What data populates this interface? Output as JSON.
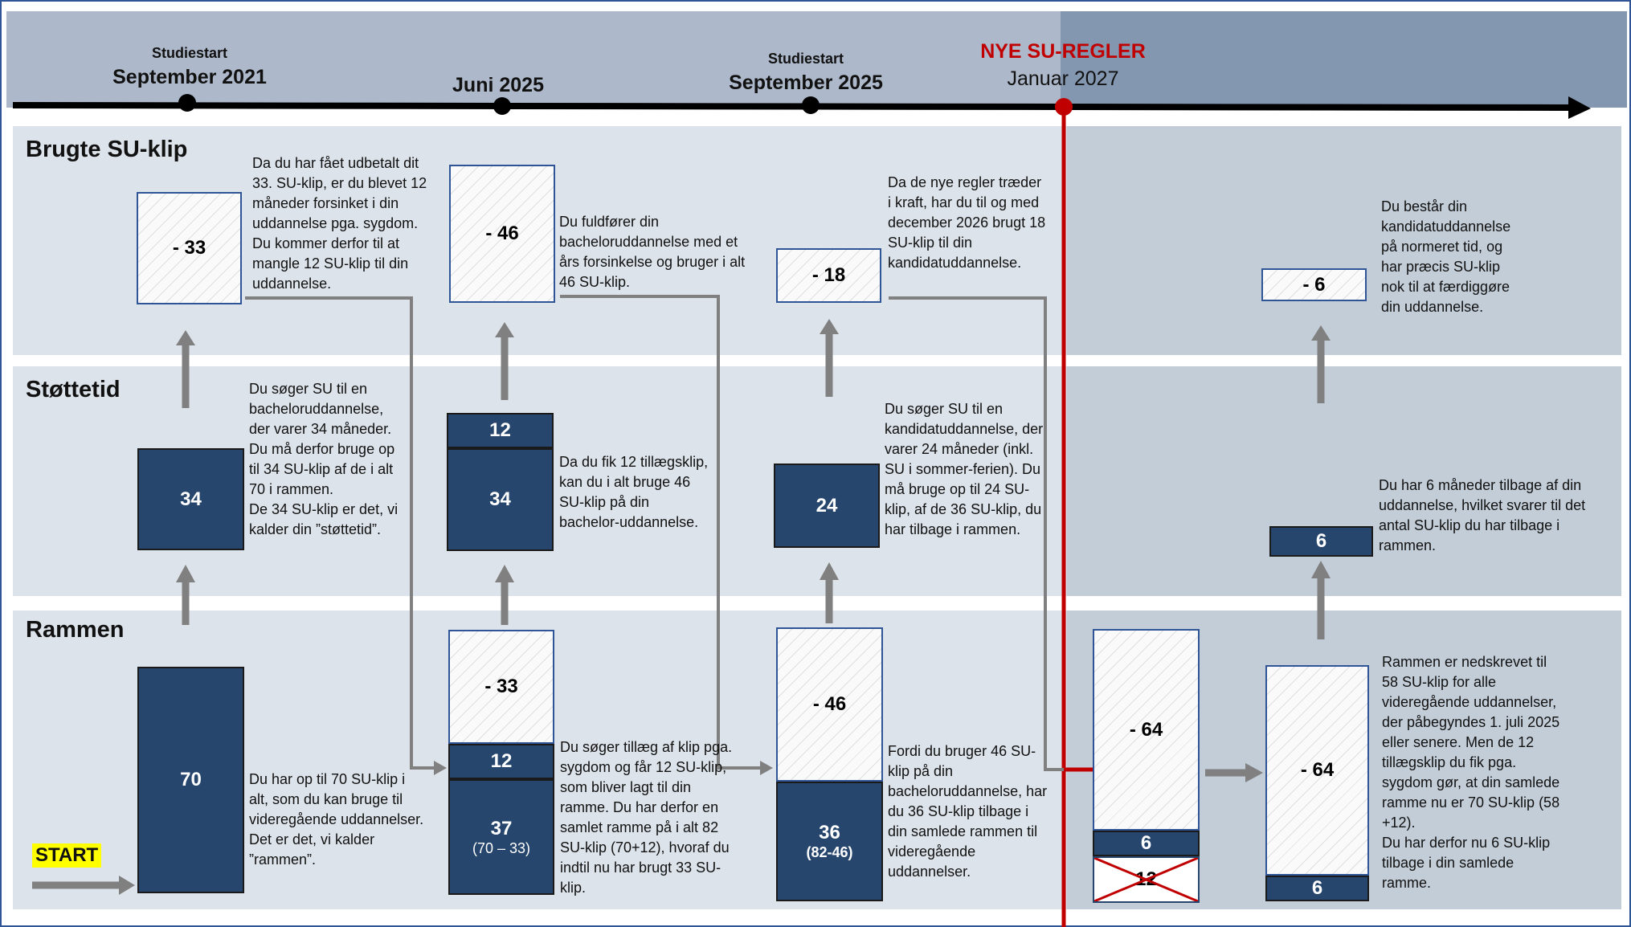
{
  "timeline": {
    "sep2021_small": "Studiestart",
    "sep2021_big": "September 2021",
    "jun2025_big": "Juni 2025",
    "sep2025_small": "Studiestart",
    "sep2025_big": "September 2025",
    "new_rules_title": "NYE SU-REGLER",
    "new_rules_date": "Januar 2027"
  },
  "rows": {
    "brugte": "Brugte SU-klip",
    "stotte": "Støttetid",
    "rammen": "Rammen"
  },
  "start_label": "START",
  "col1": {
    "used_box": "- 33",
    "used_text": "Da du har fået udbetalt dit 33. SU-klip, er du blevet 12 måneder forsinket i din uddannelse pga. sygdom. Du kommer derfor til at mangle 12 SU-klip til din uddannelse.",
    "support_box": "34",
    "support_text": "Du søger SU til en bacheloruddannelse, der varer 34 måneder. Du må derfor bruge op til 34 SU-klip af de i alt 70 i rammen.\nDe 34 SU-klip er det, vi kalder din ”støttetid”.",
    "frame_box": "70",
    "frame_text": "Du har op til 70 SU-klip i alt, som du kan bruge til videregående uddannelser.\nDet er det, vi kalder ”rammen”."
  },
  "col2": {
    "used_box": "- 46",
    "used_text": "Du fuldfører din bacheloruddannelse med et års forsinkelse og bruger i alt 46 SU-klip.",
    "support_top": "12",
    "support_bottom": "34",
    "support_text": "Da du fik 12 tillægsklip, kan du i alt bruge 46 SU-klip på din bachelor-uddannelse.",
    "frame_used": "- 33",
    "frame_extra": "12",
    "frame_rest": "37",
    "frame_rest_sub": "(70 – 33)",
    "frame_text": "Du søger tillæg af klip pga. sygdom og får 12 SU-klip, som bliver lagt til din ramme. Du har derfor en samlet ramme på i alt 82 SU-klip (70+12), hvoraf du indtil nu har brugt 33 SU-klip."
  },
  "col3": {
    "used_box": "- 18",
    "used_text": "Da de nye regler træder i kraft, har du til og med december 2026 brugt 18 SU-klip til din kandidatuddannelse.",
    "support_box": "24",
    "support_text": "Du søger SU til en kandidatuddannelse, der varer 24 måneder (inkl. SU i sommer-ferien). Du må bruge op til 24 SU-klip, af de 36 SU-klip, du har tilbage i rammen.",
    "frame_used": "- 46",
    "frame_rest": "36",
    "frame_rest_sub": "(82-46)",
    "frame_text": "Fordi du bruger 46 SU-klip på din bacheloruddannelse, har du 36 SU-klip tilbage i din samlede rammen til videregående uddannelser."
  },
  "col4": {
    "frame_used": "- 64",
    "frame_rest": "6",
    "frame_crossed": "12"
  },
  "col5": {
    "used_box": "- 6",
    "used_text": "Du består din kandidatuddannelse på normeret tid, og har præcis SU-klip nok til at færdiggøre din uddannelse.",
    "support_box": "6",
    "support_text": "Du har 6 måneder tilbage af din uddannelse, hvilket svarer til det antal SU-klip du har tilbage i rammen.",
    "frame_used": "- 64",
    "frame_rest": "6",
    "frame_text": "Rammen er nedskrevet til 58 SU-klip for alle videregående uddannelser, der påbegyndes 1. juli 2025 eller senere. Men de 12 tillægsklip du fik pga. sygdom gør, at din samlede ramme nu er 70 SU-klip (58 +12).\nDu har derfor nu 6 SU-klip tilbage i din samlede ramme."
  },
  "colors": {
    "dark_box": "#26466d",
    "new_rules_red": "#c00000",
    "start_highlight": "#ffff00",
    "arrow_grey": "#808080"
  }
}
